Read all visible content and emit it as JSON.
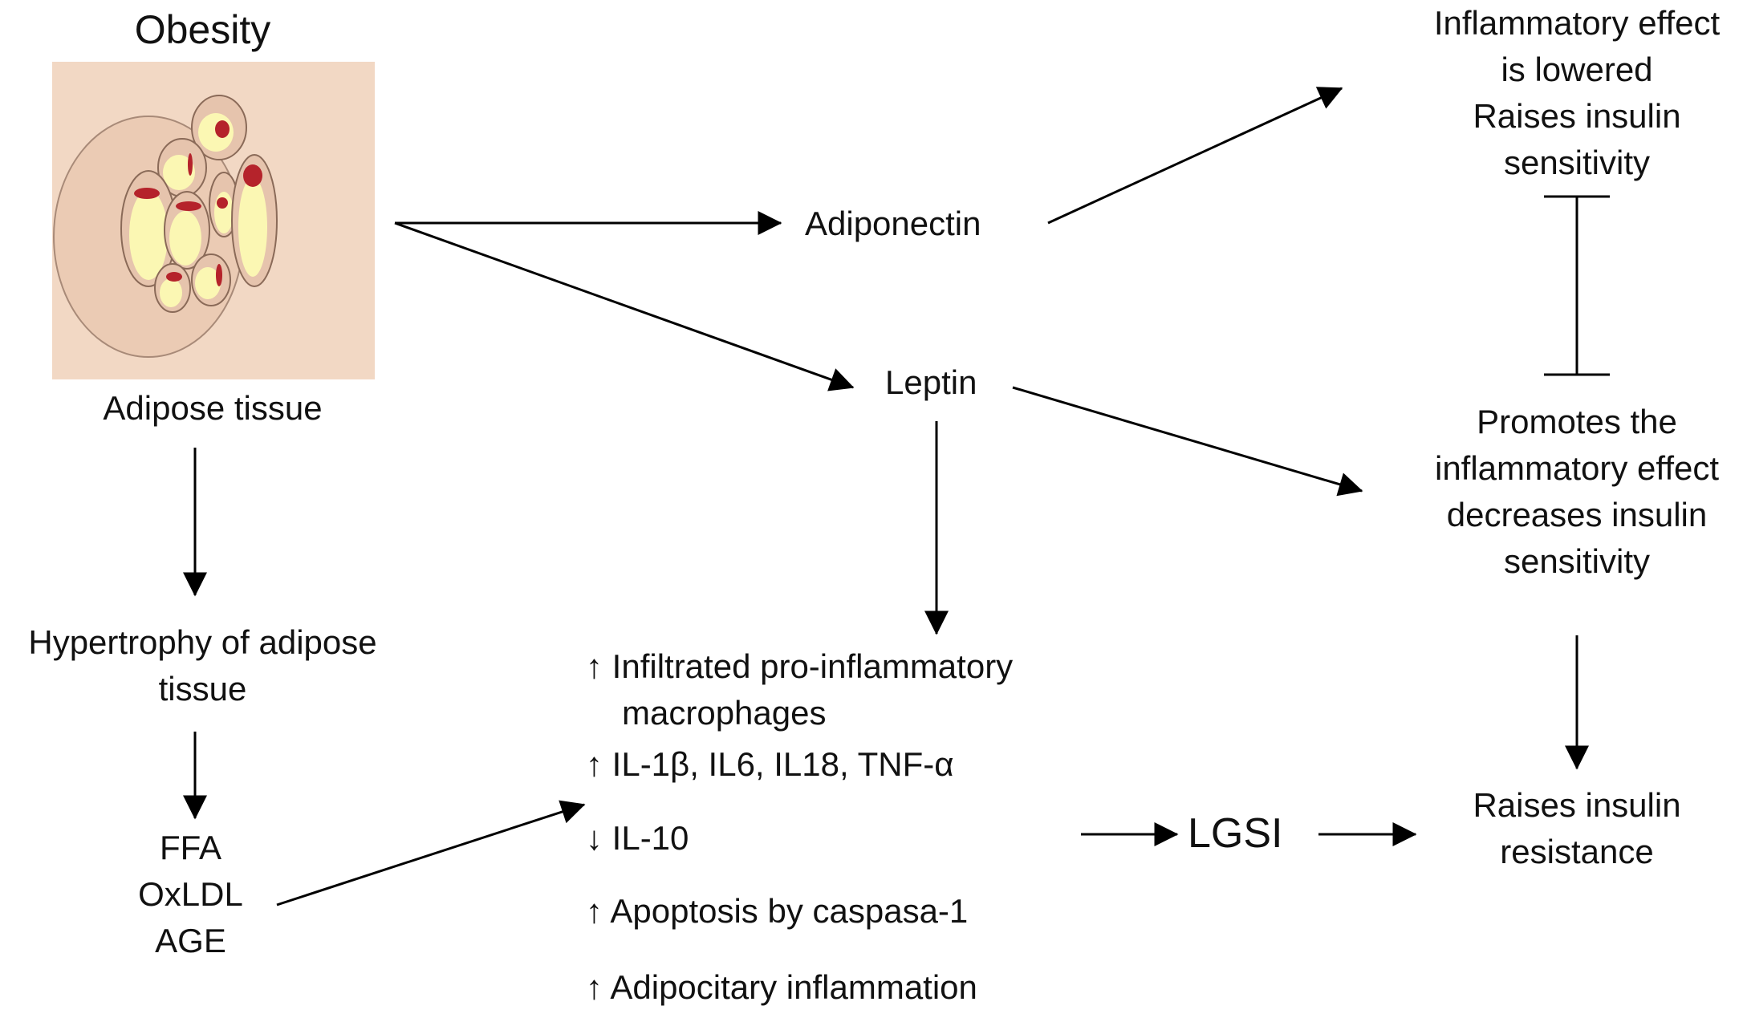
{
  "obesity": {
    "title": "Obesity",
    "tissue_label": "Adipose tissue",
    "hypertrophy": [
      "Hypertrophy of adipose",
      "tissue"
    ],
    "factors": [
      "FFA",
      "OxLDL",
      "AGE"
    ]
  },
  "adipokines": {
    "adiponectin": "Adiponectin",
    "leptin": "Leptin"
  },
  "adiponectin_effect": [
    "Inflammatory effect",
    "is lowered",
    "Raises insulin",
    "sensitivity"
  ],
  "leptin_effect": [
    "Promotes the",
    "inflammatory effect",
    "decreases insulin",
    "sensitivity"
  ],
  "inflammation": {
    "items": [
      {
        "arrow": "↑",
        "lines": [
          "Infiltrated pro-inflammatory",
          "macrophages"
        ]
      },
      {
        "arrow": "↑",
        "lines": [
          "IL-1β, IL6, IL18, TNF-α"
        ]
      },
      {
        "arrow": "↓",
        "lines": [
          "IL-10"
        ]
      },
      {
        "arrow": "↑",
        "lines": [
          "Apoptosis by caspasa-1"
        ]
      },
      {
        "arrow": "↑",
        "lines": [
          "Adipocitary inflammation"
        ]
      }
    ]
  },
  "lgsi": "LGSI",
  "outcome": [
    "Raises insulin",
    "resistance"
  ],
  "colors": {
    "tissue_bg": "#f2d8c4",
    "cell_fill": "#e6c4ad",
    "cell_stroke": "#8a6a58",
    "lipid": "#fbf7b3",
    "nucleus": "#b5232b"
  }
}
